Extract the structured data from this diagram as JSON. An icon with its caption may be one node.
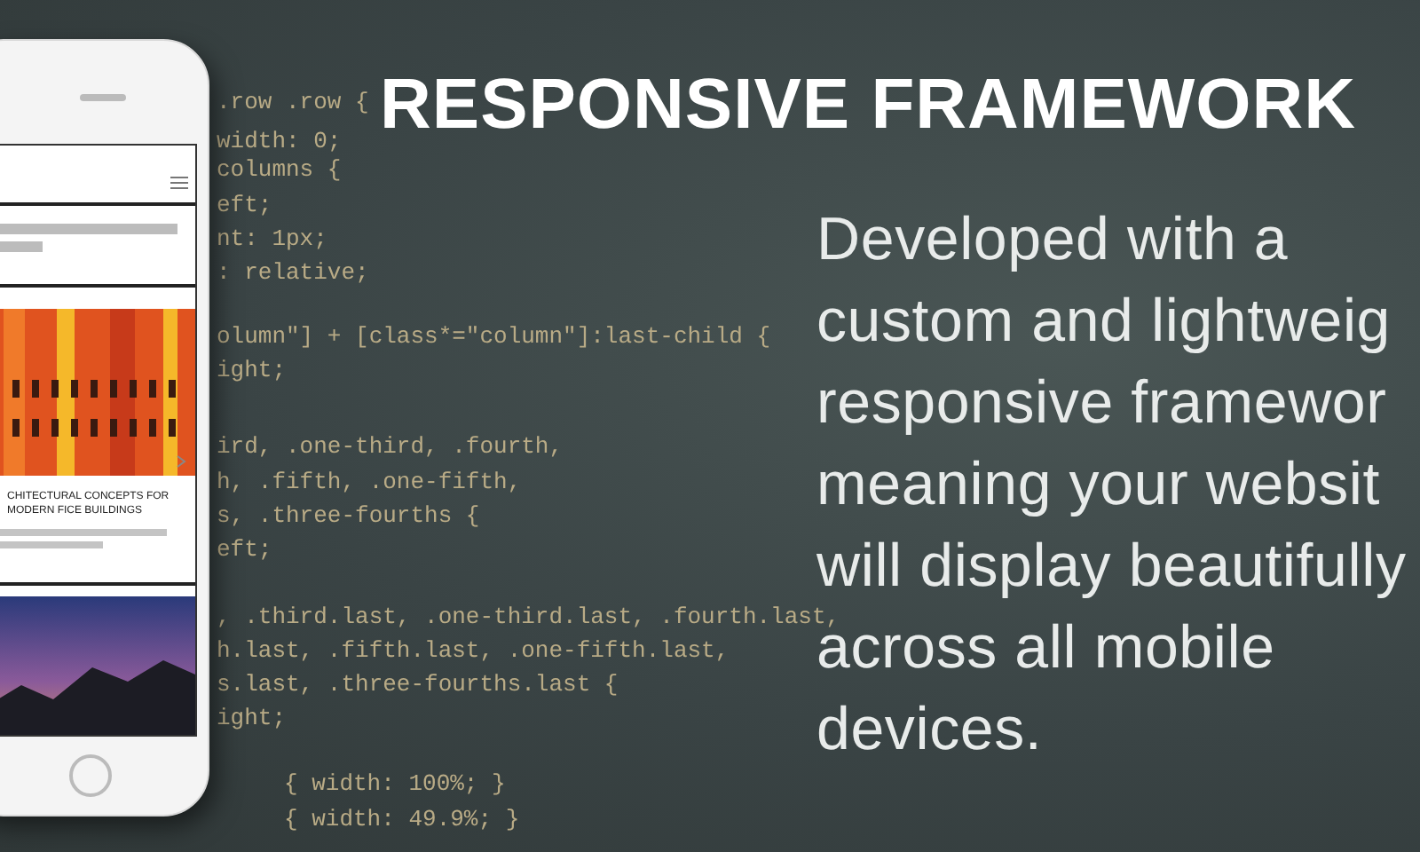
{
  "diagram": {
    "title": "RESPONSIVE FRAMEWORK",
    "labels": [
      "Developed with a custom and lightweig responsive framewor meaning your websit will display beautifully across all mobile devices.",
      ".row .row {",
      "width: 0;",
      "columns {",
      "eft;",
      "nt: 1px;",
      ": relative;",
      "olumn\"] + [class*=\"column\"]:last-child {",
      "ight;",
      "ird, .one-third, .fourth,",
      "h, .fifth, .one-fifth,",
      "s, .three-fourths {",
      "eft;",
      ", .third.last, .one-third.last, .fourth.last,",
      "h.last, .fifth.last, .one-fifth.last,",
      "s.last, .three-fourths.last {",
      "ight;",
      "{ width: 100%; }",
      "{ width: 49.9%; }",
      "CHITECTURAL CONCEPTS FOR MODERN FICE BUILDINGS"
    ]
  }
}
